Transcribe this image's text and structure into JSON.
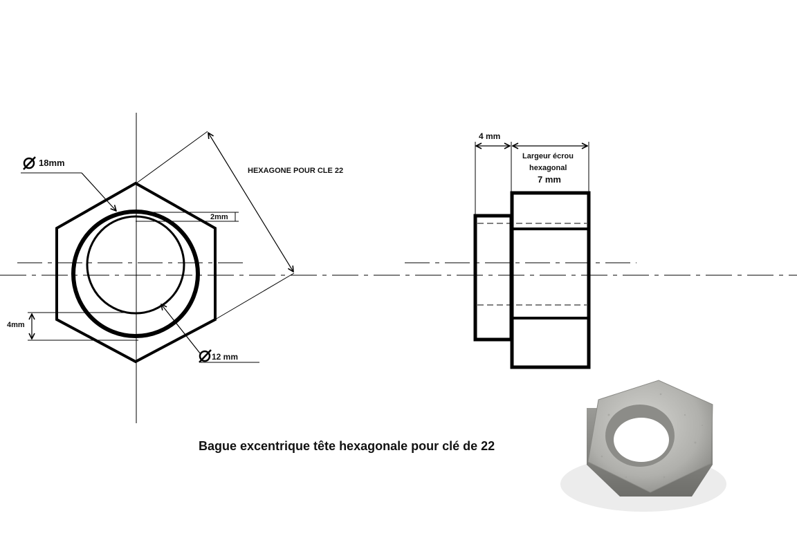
{
  "front_view": {
    "diameter_outer_label": "18mm",
    "diameter_inner_label": "12 mm",
    "eccentric_offset_label": "2mm",
    "height_offset_label": "4mm",
    "hexagon_label": "HEXAGONE POUR CLE 22"
  },
  "side_view": {
    "shoulder_width_label": "4 mm",
    "nut_width_label_line1": "Largeur écrou",
    "nut_width_label_line2": "hexagonal",
    "nut_width_value": "7 mm"
  },
  "caption": "Bague excentrique tête hexagonale pour clé de 22",
  "photo": {
    "subject": "hexagonal eccentric bushing",
    "metal_color": "#b8b8b4"
  }
}
